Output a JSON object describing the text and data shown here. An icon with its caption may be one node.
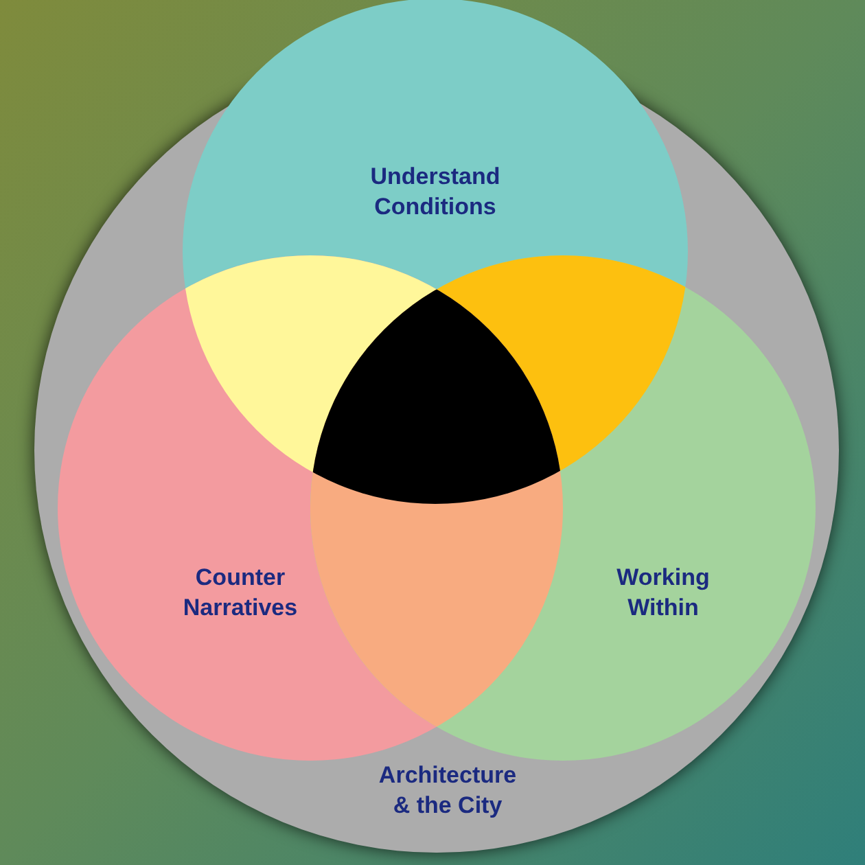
{
  "diagram": {
    "nodes": [
      {
        "text": [
          "Architecture & the City"
        ]
      },
      {
        "text": [
          "Understand Conditions"
        ],
        "in": 0
      },
      {
        "text": [
          "Counter Narratives"
        ],
        "in": 0
      },
      {
        "text": [
          "Working Within"
        ],
        "in": 0
      }
    ]
  }
}
